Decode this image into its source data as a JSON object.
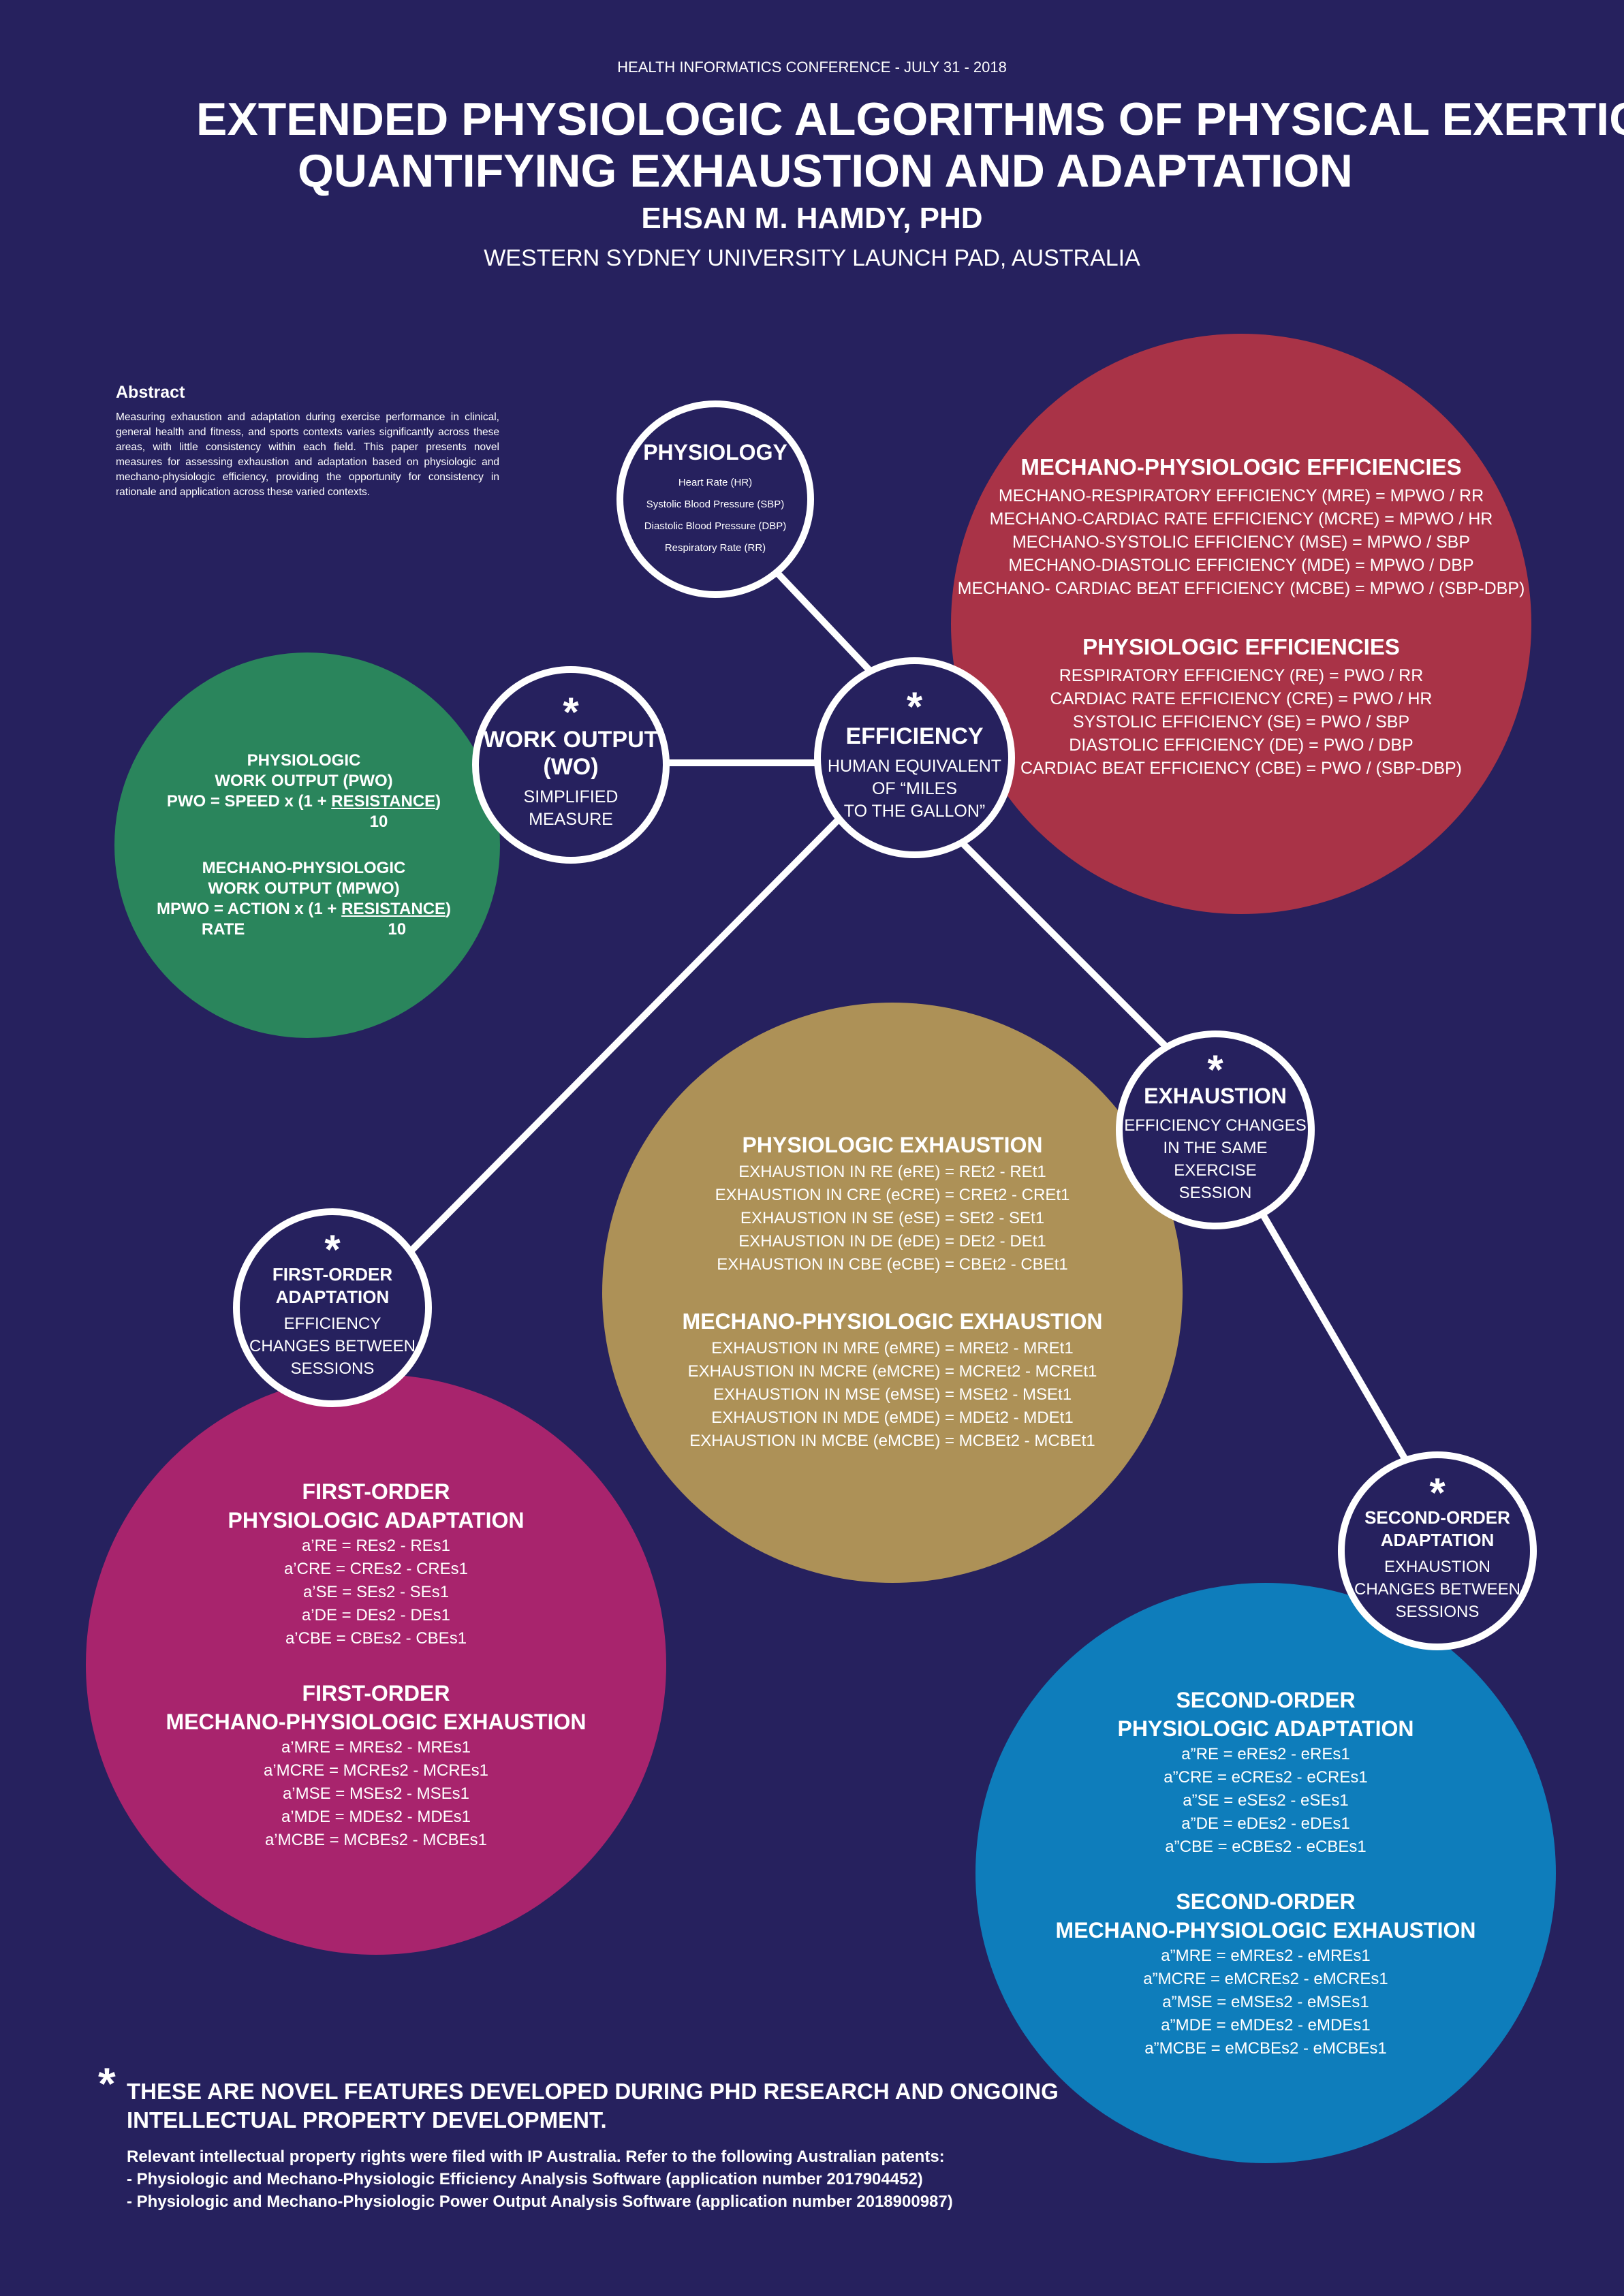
{
  "header": {
    "conference": "HEALTH INFORMATICS CONFERENCE - JULY 31 - 2018",
    "title_line1": "EXTENDED PHYSIOLOGIC ALGORITHMS OF PHYSICAL EXERTION:",
    "title_line2": "QUANTIFYING EXHAUSTION AND ADAPTATION",
    "author": "EHSAN M. HAMDY, PHD",
    "affiliation": "WESTERN SYDNEY UNIVERSITY LAUNCH PAD, AUSTRALIA"
  },
  "abstract": {
    "heading": "Abstract",
    "body": "Measuring exhaustion and adaptation during exercise performance in clinical, general health and fitness, and sports contexts varies significantly across these areas, with little consistency within each field. This paper presents novel measures for assessing exhaustion and adaptation based on physiologic and mechano-physiologic efficiency, providing the opportunity for consistency in rationale and application across these varied contexts."
  },
  "colors": {
    "background": "#26215e",
    "red": "#a93347",
    "green": "#2a855c",
    "gold": "#ad9157",
    "magenta": "#a8246d",
    "blue": "#0e7dbb"
  },
  "physiology": {
    "title": "PHYSIOLOGY",
    "items": [
      "Heart Rate (HR)",
      "Systolic Blood Pressure (SBP)",
      "Diastolic Blood Pressure (DBP)",
      "Respiratory Rate (RR)"
    ]
  },
  "work_output": {
    "star": "*",
    "title1": "WORK OUTPUT",
    "title2": "(WO)",
    "sub1": "SIMPLIFIED",
    "sub2": "MEASURE"
  },
  "efficiency": {
    "star": "*",
    "title": "EFFICIENCY",
    "sub1": "HUMAN EQUIVALENT",
    "sub2": "OF “MILES",
    "sub3": "TO THE GALLON”"
  },
  "exhaustion_node": {
    "star": "*",
    "title": "EXHAUSTION",
    "sub1": "EFFICIENCY CHANGES",
    "sub2": "IN THE SAME",
    "sub3": "EXERCISE",
    "sub4": "SESSION"
  },
  "first_order_node": {
    "star": "*",
    "title1": "FIRST-ORDER",
    "title2": "ADAPTATION",
    "sub1": "EFFICIENCY",
    "sub2": "CHANGES BETWEEN",
    "sub3": "SESSIONS"
  },
  "second_order_node": {
    "star": "*",
    "title1": "SECOND-ORDER",
    "title2": "ADAPTATION",
    "sub1": "EXHAUSTION",
    "sub2": "CHANGES BETWEEN",
    "sub3": "SESSIONS"
  },
  "work_output_circle": {
    "pwo_h1": "PHYSIOLOGIC",
    "pwo_h2": "WORK OUTPUT (PWO)",
    "pwo_formula_a": "PWO = SPEED x (1 + ",
    "pwo_formula_b": "RESISTANCE",
    "pwo_formula_c": ")",
    "pwo_denominator": "10",
    "mpwo_h1": "MECHANO-PHYSIOLOGIC",
    "mpwo_h2": "WORK OUTPUT (MPWO)",
    "mpwo_formula_a": "MPWO = ACTION x (1 + ",
    "mpwo_formula_b": "RESISTANCE",
    "mpwo_formula_c": ")",
    "mpwo_rate": "RATE",
    "mpwo_denominator": "10"
  },
  "efficiencies_circle": {
    "mech_title": "MECHANO-PHYSIOLOGIC EFFICIENCIES",
    "mech_items": [
      "MECHANO-RESPIRATORY EFFICIENCY (MRE) = MPWO / RR",
      "MECHANO-CARDIAC RATE EFFICIENCY (MCRE) = MPWO / HR",
      "MECHANO-SYSTOLIC EFFICIENCY (MSE) = MPWO / SBP",
      "MECHANO-DIASTOLIC EFFICIENCY (MDE) = MPWO / DBP",
      "MECHANO- CARDIAC BEAT EFFICIENCY (MCBE) = MPWO / (SBP-DBP)"
    ],
    "phys_title": "PHYSIOLOGIC EFFICIENCIES",
    "phys_items": [
      "RESPIRATORY EFFICIENCY (RE) = PWO / RR",
      "CARDIAC RATE EFFICIENCY (CRE) = PWO / HR",
      "SYSTOLIC EFFICIENCY (SE) = PWO / SBP",
      "DIASTOLIC EFFICIENCY (DE) = PWO / DBP",
      "CARDIAC BEAT EFFICIENCY (CBE) = PWO / (SBP-DBP)"
    ]
  },
  "exhaustion_circle": {
    "phys_title": "PHYSIOLOGIC EXHAUSTION",
    "phys_items": [
      "EXHAUSTION IN RE (eRE) = REt2 - REt1",
      "EXHAUSTION IN CRE (eCRE) = CREt2 - CREt1",
      "EXHAUSTION IN SE (eSE) = SEt2 - SEt1",
      "EXHAUSTION IN DE (eDE) = DEt2 - DEt1",
      "EXHAUSTION IN CBE (eCBE) = CBEt2 - CBEt1"
    ],
    "mech_title": "MECHANO-PHYSIOLOGIC EXHAUSTION",
    "mech_items": [
      "EXHAUSTION IN MRE (eMRE) = MREt2 - MREt1",
      "EXHAUSTION IN MCRE (eMCRE) = MCREt2 - MCREt1",
      "EXHAUSTION IN MSE (eMSE) = MSEt2 - MSEt1",
      "EXHAUSTION IN MDE (eMDE) = MDEt2 - MDEt1",
      "EXHAUSTION IN MCBE (eMCBE) = MCBEt2 - MCBEt1"
    ]
  },
  "first_order_circle": {
    "phys_title1": "FIRST-ORDER",
    "phys_title2": "PHYSIOLOGIC ADAPTATION",
    "phys_items": [
      "a’RE = REs2 - REs1",
      "a’CRE = CREs2 - CREs1",
      "a’SE = SEs2 - SEs1",
      "a’DE = DEs2 - DEs1",
      "a’CBE = CBEs2 - CBEs1"
    ],
    "mech_title1": "FIRST-ORDER",
    "mech_title2": "MECHANO-PHYSIOLOGIC EXHAUSTION",
    "mech_items": [
      "a’MRE = MREs2 - MREs1",
      "a’MCRE = MCREs2 - MCREs1",
      "a’MSE = MSEs2 - MSEs1",
      "a’MDE = MDEs2 - MDEs1",
      "a’MCBE = MCBEs2 - MCBEs1"
    ]
  },
  "second_order_circle": {
    "phys_title1": "SECOND-ORDER",
    "phys_title2": "PHYSIOLOGIC ADAPTATION",
    "phys_items": [
      "a”RE = eREs2 - eREs1",
      "a”CRE = eCREs2 - eCREs1",
      "a”SE = eSEs2 - eSEs1",
      "a”DE = eDEs2 - eDEs1",
      "a”CBE = eCBEs2 - eCBEs1"
    ],
    "mech_title1": "SECOND-ORDER",
    "mech_title2": "MECHANO-PHYSIOLOGIC EXHAUSTION",
    "mech_items": [
      "a”MRE = eMREs2 - eMREs1",
      "a”MCRE = eMCREs2 - eMCREs1",
      "a”MSE = eMSEs2 - eMSEs1",
      "a”MDE = eMDEs2 - eMDEs1",
      "a”MCBE = eMCBEs2 - eMCBEs1"
    ]
  },
  "footer": {
    "star": "*",
    "note1": "THESE ARE NOVEL FEATURES DEVELOPED DURING PHD RESEARCH AND ONGOING",
    "note2": "INTELLECTUAL PROPERTY DEVELOPMENT.",
    "ip1": "Relevant intellectual property rights were filed with IP Australia. Refer to the following Australian patents:",
    "ip2": "- Physiologic and Mechano-Physiologic Efficiency Analysis Software (application number 2017904452)",
    "ip3": "- Physiologic and Mechano-Physiologic Power Output Analysis Software (application number 2018900987)"
  }
}
